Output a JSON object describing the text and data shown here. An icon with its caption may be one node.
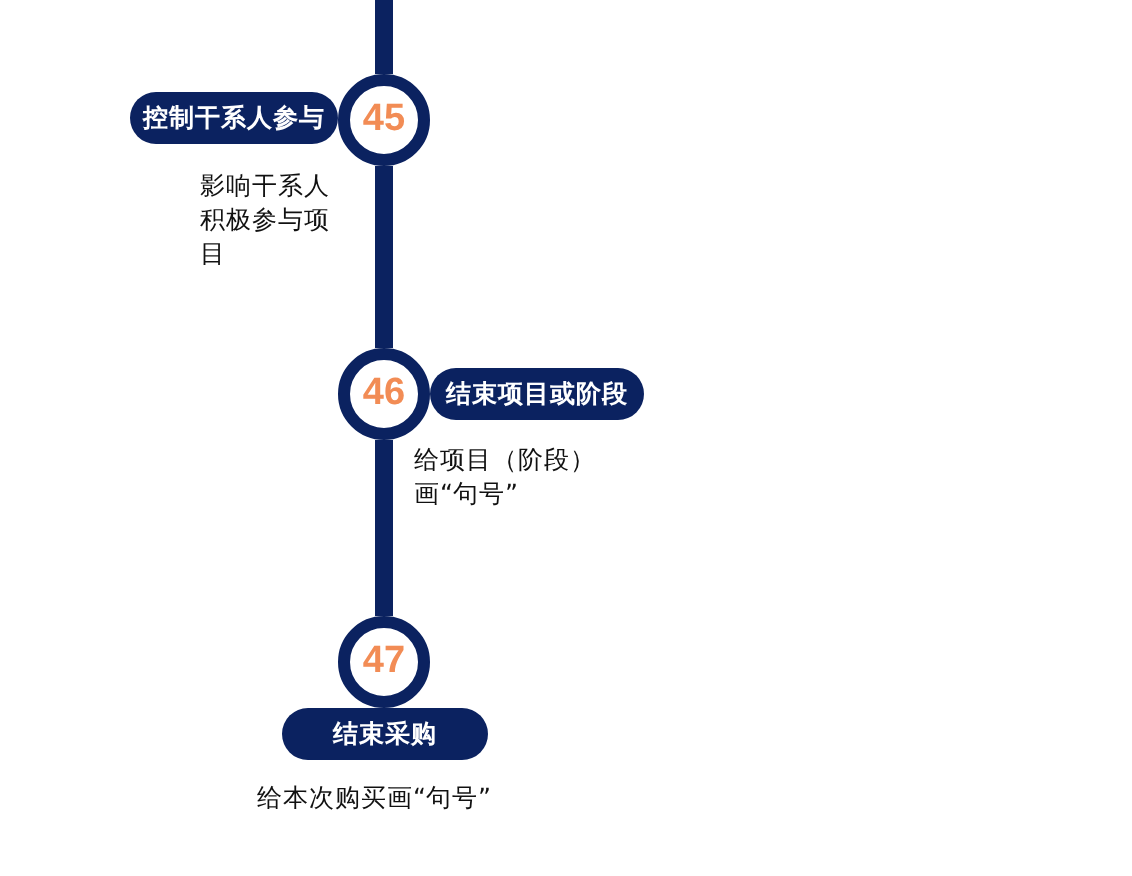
{
  "diagram": {
    "nodes": [
      {
        "text": [
          "45"
        ]
      },
      {
        "text": [
          "控制干系人参与"
        ]
      },
      {
        "text": [
          "46"
        ]
      },
      {
        "text": [
          "结束项目或阶段"
        ]
      },
      {
        "text": [
          "47"
        ]
      },
      {
        "text": [
          "结束采购"
        ]
      }
    ],
    "edges": [
      {
        "from": null,
        "to": 0,
        "arrow": "none"
      },
      {
        "from": 0,
        "to": 2,
        "arrow": "none"
      },
      {
        "from": 2,
        "to": 4,
        "arrow": "none"
      }
    ],
    "labels": [
      "影响干系人积极参与项目",
      "给项目（阶段）画“句号”",
      "给本次购买画“句号”"
    ]
  }
}
